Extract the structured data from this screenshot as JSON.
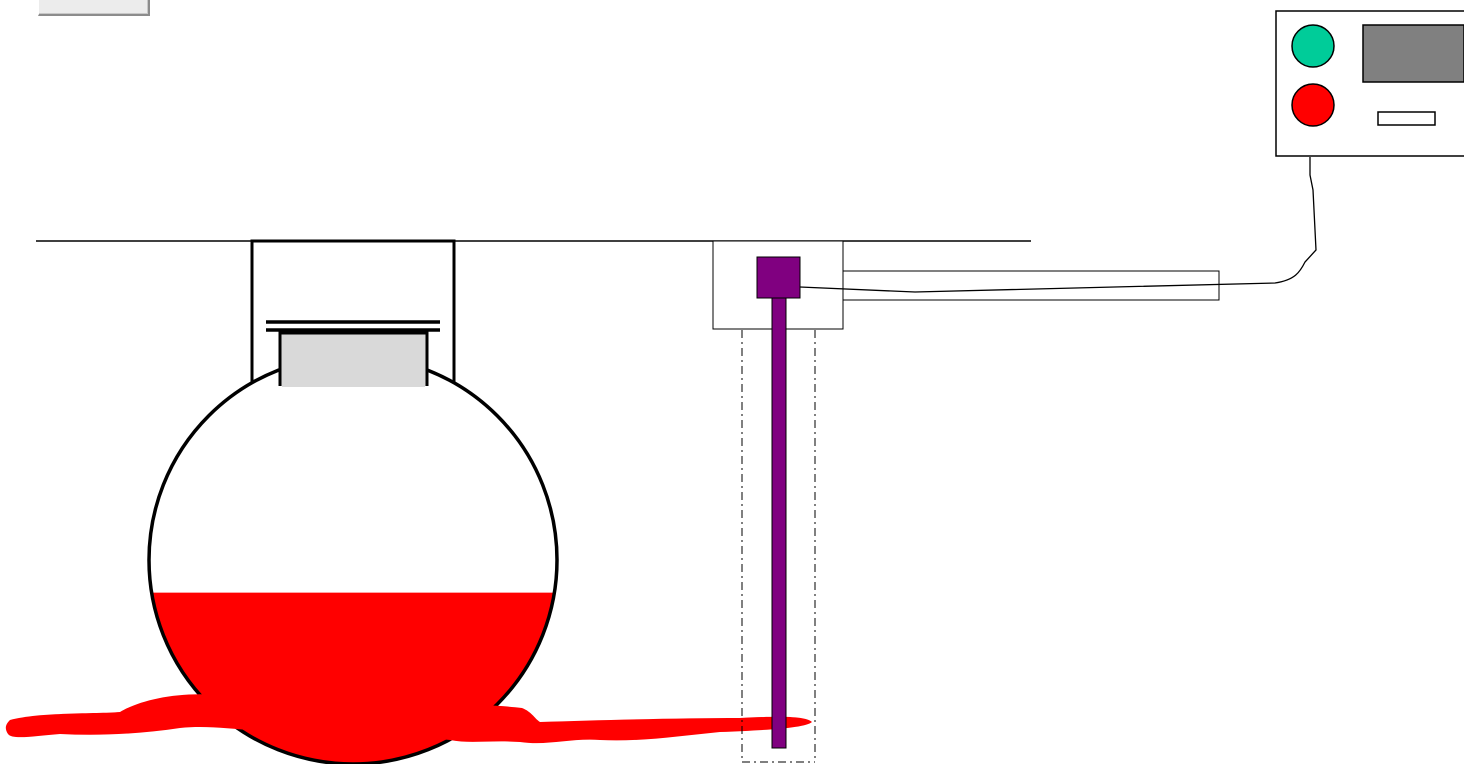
{
  "toolbar": {
    "corner_button_label": ""
  },
  "colors": {
    "liquid": "#ff0000",
    "probe": "#800080",
    "panel_indicator_green": "#00cc99",
    "panel_indicator_red": "#ff0000",
    "panel_display": "#808080",
    "outline": "#000000",
    "tank_cap": "#d9d9d9"
  },
  "scene": {
    "tank_fill_level": 0.42,
    "elements": [
      "ground-line",
      "underground-tank",
      "tank-manhole",
      "tank-cap",
      "leaked-liquid-spill",
      "monitoring-well",
      "leak-detection-probe",
      "probe-sensor-head",
      "cable-conduit",
      "sensor-cable",
      "alarm-control-panel",
      "green-status-light",
      "red-alarm-light",
      "panel-display",
      "panel-slot"
    ]
  }
}
